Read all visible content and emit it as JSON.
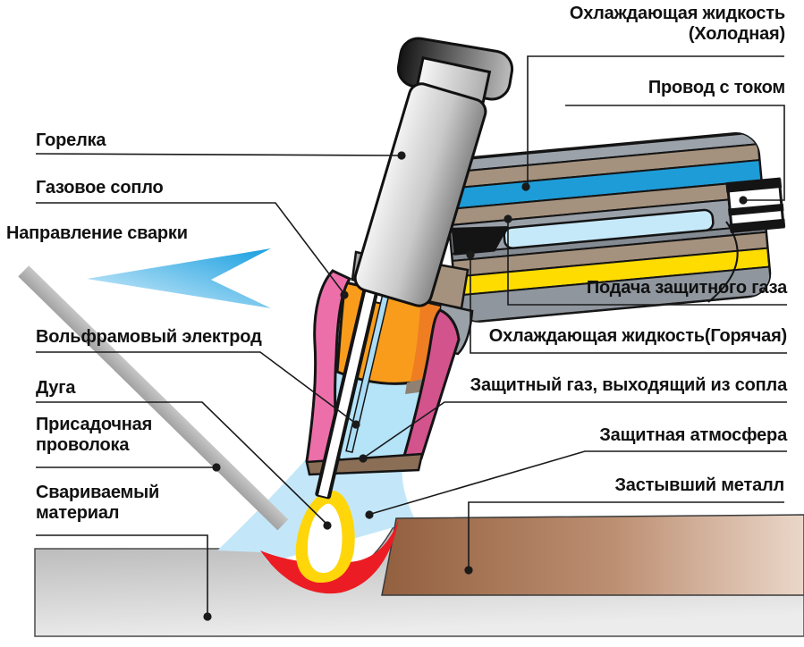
{
  "diagram": {
    "title_hint": "TIG welding torch cross-section (Russian labels)",
    "labels": {
      "torch": "Горелка",
      "gas_nozzle": "Газовое сопло",
      "welding_direction": "Направление сварки",
      "tungsten_electrode": "Вольфрамовый электрод",
      "arc": "Дуга",
      "filler_wire": "Присадочная\nпроволока",
      "welded_material": "Свариваемый\nматериал",
      "coolant_cold": "Охлаждающая жидкость\n(Холодная)",
      "current_wire": "Провод с током",
      "gas_supply": "Подача защитного газа",
      "coolant_hot": "Охлаждающая жидкость(Горячая)",
      "gas_from_nozzle": "Защитный газ, выходящий из сопла",
      "protective_atmosphere": "Защитная атмосфера",
      "solidified_metal": "Застывший металл"
    },
    "colors": {
      "cold_coolant_channel": "#1e9cd7",
      "hot_coolant_channel": "#ffdc00",
      "gas_channel": "#c6e9fa",
      "cable_sheath_gray": "#8f969e",
      "cable_sheath_tan": "#a5927e",
      "nozzle_pink_light": "#ed6fa9",
      "nozzle_pink_dark": "#d3538c",
      "collet_orange": "#f99c1c",
      "shield_gas_blue": "#b5e3f8",
      "atmosphere_blue": "#c3e7f9",
      "weld_pool_red": "#ec1c24",
      "arc_yellow": "#ffd60a",
      "solid_metal_brown": "#9a6545",
      "base_metal_gray": "#c0c0c0",
      "direction_arrow_blue": "#1ea3e2"
    }
  }
}
